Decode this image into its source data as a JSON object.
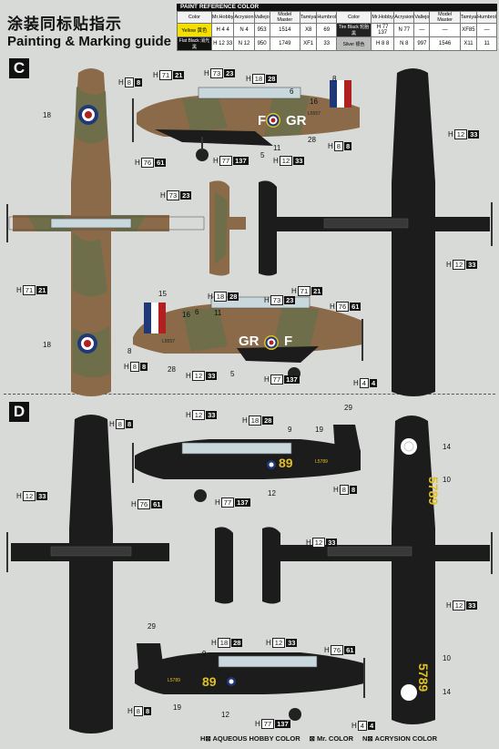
{
  "title_cn": "涂装同标贴指示",
  "title_en": "Painting & Marking guide",
  "paint_ref": {
    "title": "PAINT  REFERENCE COLOR",
    "headers": [
      "Color",
      "Mr.Hobby",
      "Acrysion",
      "Vallejo",
      "Model Master",
      "Tamiya",
      "Humbrol",
      "Color",
      "Mr.Hobby",
      "Acrysion",
      "Vallejo",
      "Model Master",
      "Tamiya",
      "Humbrol"
    ],
    "rows": [
      [
        "Yellow 黄色",
        "H 4 4",
        "N 4",
        "953",
        "1514",
        "X8",
        "69",
        "Tire Black 轮胎黑",
        "H 77 137",
        "N 77",
        "—",
        "—",
        "XF85",
        "—"
      ],
      [
        "Flat Black 消光黑",
        "H 12 33",
        "N 12",
        "950",
        "1749",
        "XF1",
        "33",
        "Silver 银色",
        "H 8 8",
        "N 8",
        "997",
        "1546",
        "X11",
        "11"
      ]
    ]
  },
  "sections": {
    "c": "C",
    "d": "D"
  },
  "callouts": {
    "h8": "8",
    "h71": "71",
    "h21": "21",
    "h73": "73",
    "h23": "23",
    "h18": "18",
    "h28": "28",
    "h12": "12",
    "h33": "33",
    "h76": "76",
    "h61": "61",
    "h77": "77",
    "h137": "137",
    "h4": "4"
  },
  "callout_prefix": "H",
  "labels": {
    "n18": "18",
    "n8": "8",
    "n6": "6",
    "n16": "16",
    "n11": "11",
    "n5": "5",
    "n28": "28",
    "n15": "15",
    "n9": "9",
    "n19": "19",
    "n29": "29",
    "n12": "12",
    "n14": "14",
    "n10": "10"
  },
  "markings": {
    "code_c": "GR",
    "code_f": "F",
    "serial_c": "L5557",
    "serial_d": "L5789",
    "code_d": "89",
    "wing_serial": "5789"
  },
  "legend": {
    "aqueous": "H⊠ AQUEOUS HOBBY COLOR",
    "mr": "⊠ Mr. COLOR",
    "acrysion": "N⊠ ACRYSION COLOR"
  },
  "colors": {
    "camo_brown": "#8a6a48",
    "camo_green": "#6e6e4a",
    "black": "#1c1c1c",
    "sky": "#9c9c80",
    "roundel_red": "#b02020",
    "roundel_blue": "#203878",
    "yellow": "#e0c020"
  }
}
